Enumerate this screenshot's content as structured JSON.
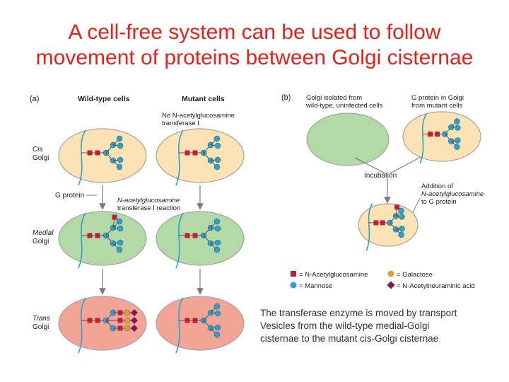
{
  "title": {
    "line1": "A cell-free system can be used to follow",
    "line2": "movement of proteins between Golgi cisternae"
  },
  "panel_a": {
    "label": "(a)",
    "col_wild": "Wild-type cells",
    "col_mutant": "Mutant cells",
    "mutant_note_1": "No N-acetylglucosamine",
    "mutant_note_2": "transferase I",
    "cis_1": "Cis",
    "cis_2": "Golgi",
    "medial_1": "Medial",
    "medial_2": "Golgi",
    "trans_1": "Trans",
    "trans_2": "Golgi",
    "g_protein": "G protein",
    "reaction_1": "N-acetylglucosamine",
    "reaction_2": "transferase I reaction"
  },
  "panel_b": {
    "label": "(b)",
    "left_1": "Golgi isolated from",
    "left_2": "wild-type, uninfected cells",
    "right_1": "G protein in Golgi",
    "right_2": "from mutant cells",
    "incubation": "Incubation",
    "addition_1": "Addition of",
    "addition_2": "N-acetylglucosamine",
    "addition_3": "to G protein"
  },
  "legend": {
    "glcnac": "= N-Acetylglucosamine",
    "galactose": "= Galactose",
    "mannose": "= Mannose",
    "neuraminic": "= N-Acetylneuraminic acid"
  },
  "caption": {
    "line1": "The transferase enzyme is moved by transport",
    "line2": "Vesicles from the wild-type medial-Golgi",
    "line3": "cisternae to the mutant cis-Golgi cisternae"
  },
  "colors": {
    "title": "#e8201c",
    "cis_fill": "#fbe3b4",
    "medial_fill": "#b3d9a6",
    "trans_fill": "#f2a596",
    "outline": "#a3a3a3",
    "glcnac": "#c01e3a",
    "mannose": "#2f9fd0",
    "galactose": "#e2a02c",
    "neuraminic": "#7c1b4e",
    "membrane_protein": "#2f9fd0"
  }
}
